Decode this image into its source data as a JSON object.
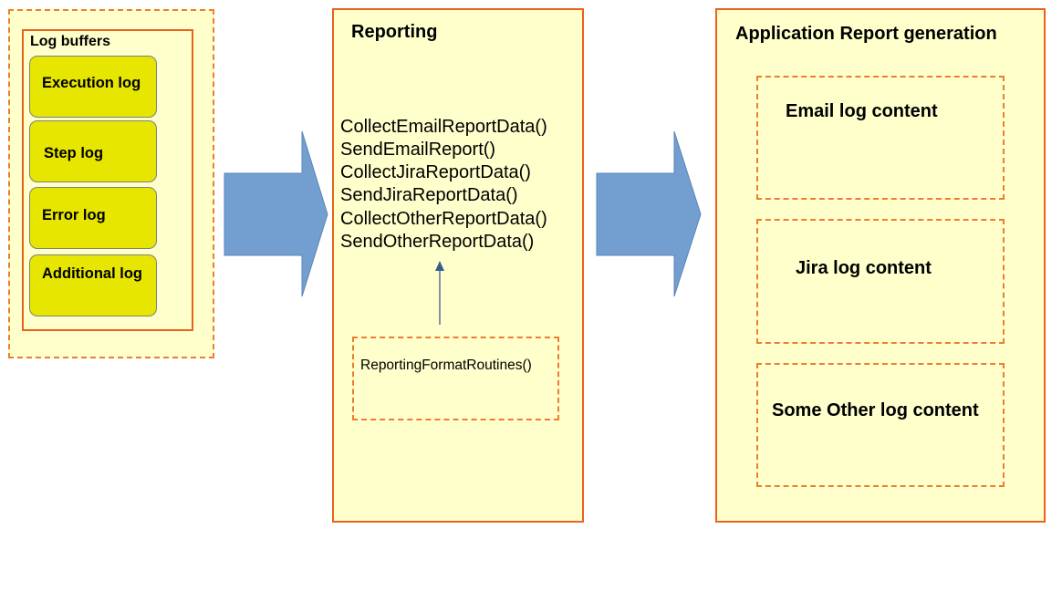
{
  "log_buffers": {
    "title": "Log buffers",
    "items": [
      {
        "label": "Execution log"
      },
      {
        "label": "Step log"
      },
      {
        "label": "Error log"
      },
      {
        "label": "Additional log"
      }
    ]
  },
  "reporting": {
    "title": "Reporting",
    "functions": [
      "CollectEmailReportData()",
      "SendEmailReport()",
      "CollectJiraReportData()",
      "SendJiraReportData()",
      "CollectOtherReportData()",
      "SendOtherReportData()"
    ],
    "format_routines": "ReportingFormatRoutines()"
  },
  "app_report": {
    "title": "Application Report generation",
    "contents": [
      {
        "label": "Email log content"
      },
      {
        "label": "Jira log content"
      },
      {
        "label": "Some Other log content"
      }
    ]
  },
  "colors": {
    "panel_fill": "#ffffcc",
    "border_orange": "#e9621d",
    "buffer_fill": "#e6e600",
    "arrow_blue": "#729fcf",
    "connector_blue": "#385d8a"
  }
}
